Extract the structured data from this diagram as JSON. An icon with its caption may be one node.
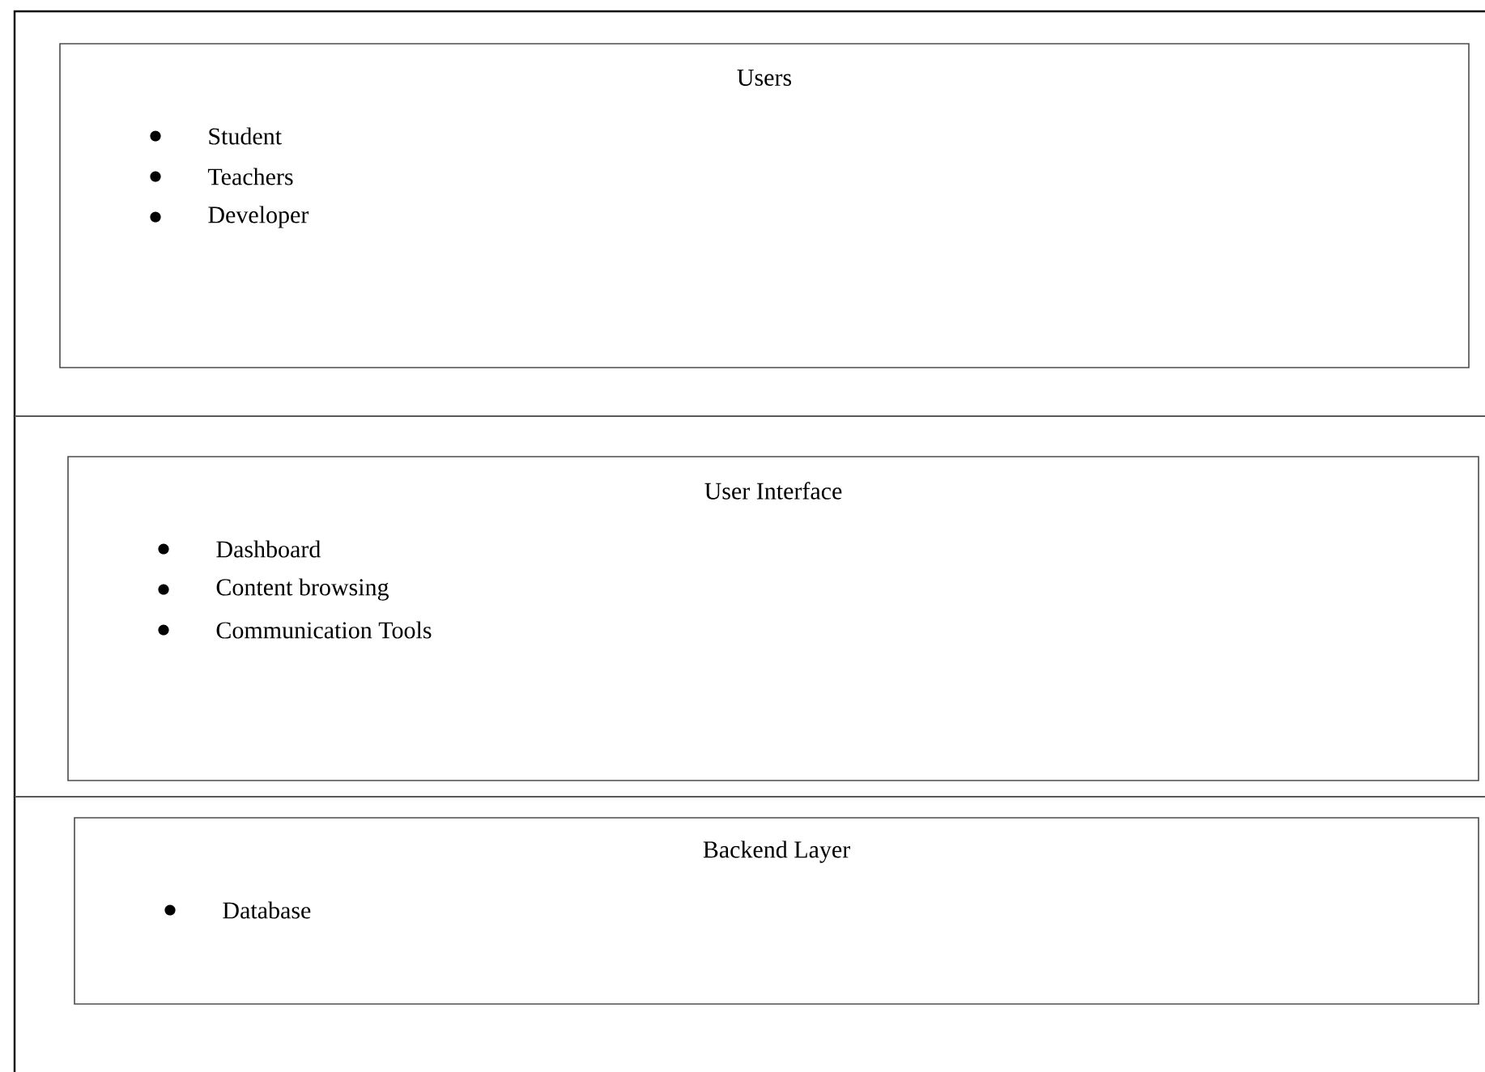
{
  "diagram": {
    "nodes": [
      {
        "text": [
          "Users",
          "Student",
          "Teachers",
          "Developer"
        ]
      },
      {
        "text": [
          "User Interface",
          "Dashboard",
          "Content browsing",
          "Communication Tools"
        ]
      },
      {
        "text": [
          "Backend Layer",
          "Database"
        ]
      }
    ]
  }
}
